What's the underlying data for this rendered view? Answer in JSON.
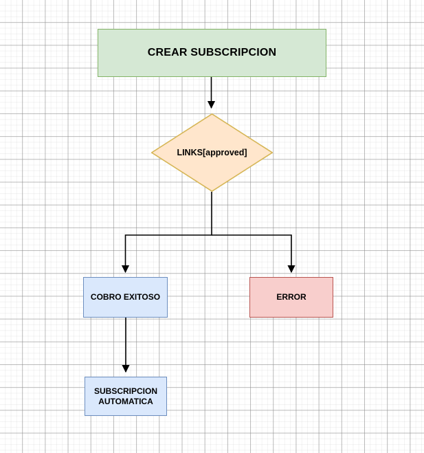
{
  "diagram": {
    "type": "flowchart",
    "background": "graph-paper-grid",
    "palette": {
      "start_fill": "#d5e8d4",
      "start_stroke": "#82b366",
      "decision_fill": "#ffe6cc",
      "decision_stroke": "#d6b656",
      "process_fill": "#dae8fc",
      "process_stroke": "#6c8ebf",
      "error_fill": "#f8cecc",
      "error_stroke": "#b85450",
      "connector": "#000000"
    },
    "nodes": {
      "start": {
        "label": "CREAR SUBSCRIPCION",
        "shape": "rectangle"
      },
      "decision": {
        "label": "LINKS[approved]",
        "shape": "diamond"
      },
      "success": {
        "label": "COBRO EXITOSO",
        "shape": "rectangle"
      },
      "error": {
        "label": "ERROR",
        "shape": "rectangle"
      },
      "automatic": {
        "label_line1": "SUBSCRIPCION",
        "label_line2": "AUTOMATICA",
        "shape": "rectangle"
      }
    },
    "edges": [
      {
        "from": "start",
        "to": "decision",
        "style": "straight-arrow"
      },
      {
        "from": "decision",
        "to": "success",
        "style": "orthogonal-split-arrow"
      },
      {
        "from": "decision",
        "to": "error",
        "style": "orthogonal-split-arrow"
      },
      {
        "from": "success",
        "to": "automatic",
        "style": "straight-arrow"
      }
    ]
  }
}
